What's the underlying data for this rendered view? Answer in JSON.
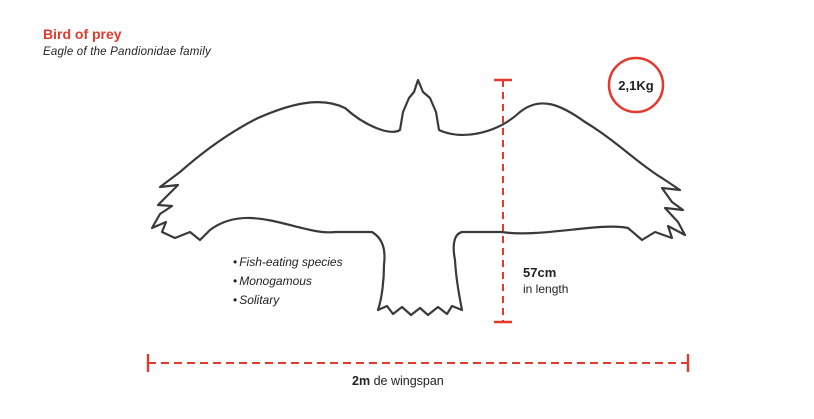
{
  "header": {
    "title": "Bird of prey",
    "subtitle": "Eagle of the Pandionidae family"
  },
  "weight": {
    "value": "2,1Kg"
  },
  "facts": [
    "Fish-eating species",
    "Monogamous",
    "Solitary"
  ],
  "length": {
    "value": "57cm",
    "label": "in length"
  },
  "wingspan": {
    "value": "2m",
    "label": "de wingspan"
  },
  "colors": {
    "accent": "#e03b2e",
    "outline": "#3a3a3a",
    "text": "#222222"
  }
}
